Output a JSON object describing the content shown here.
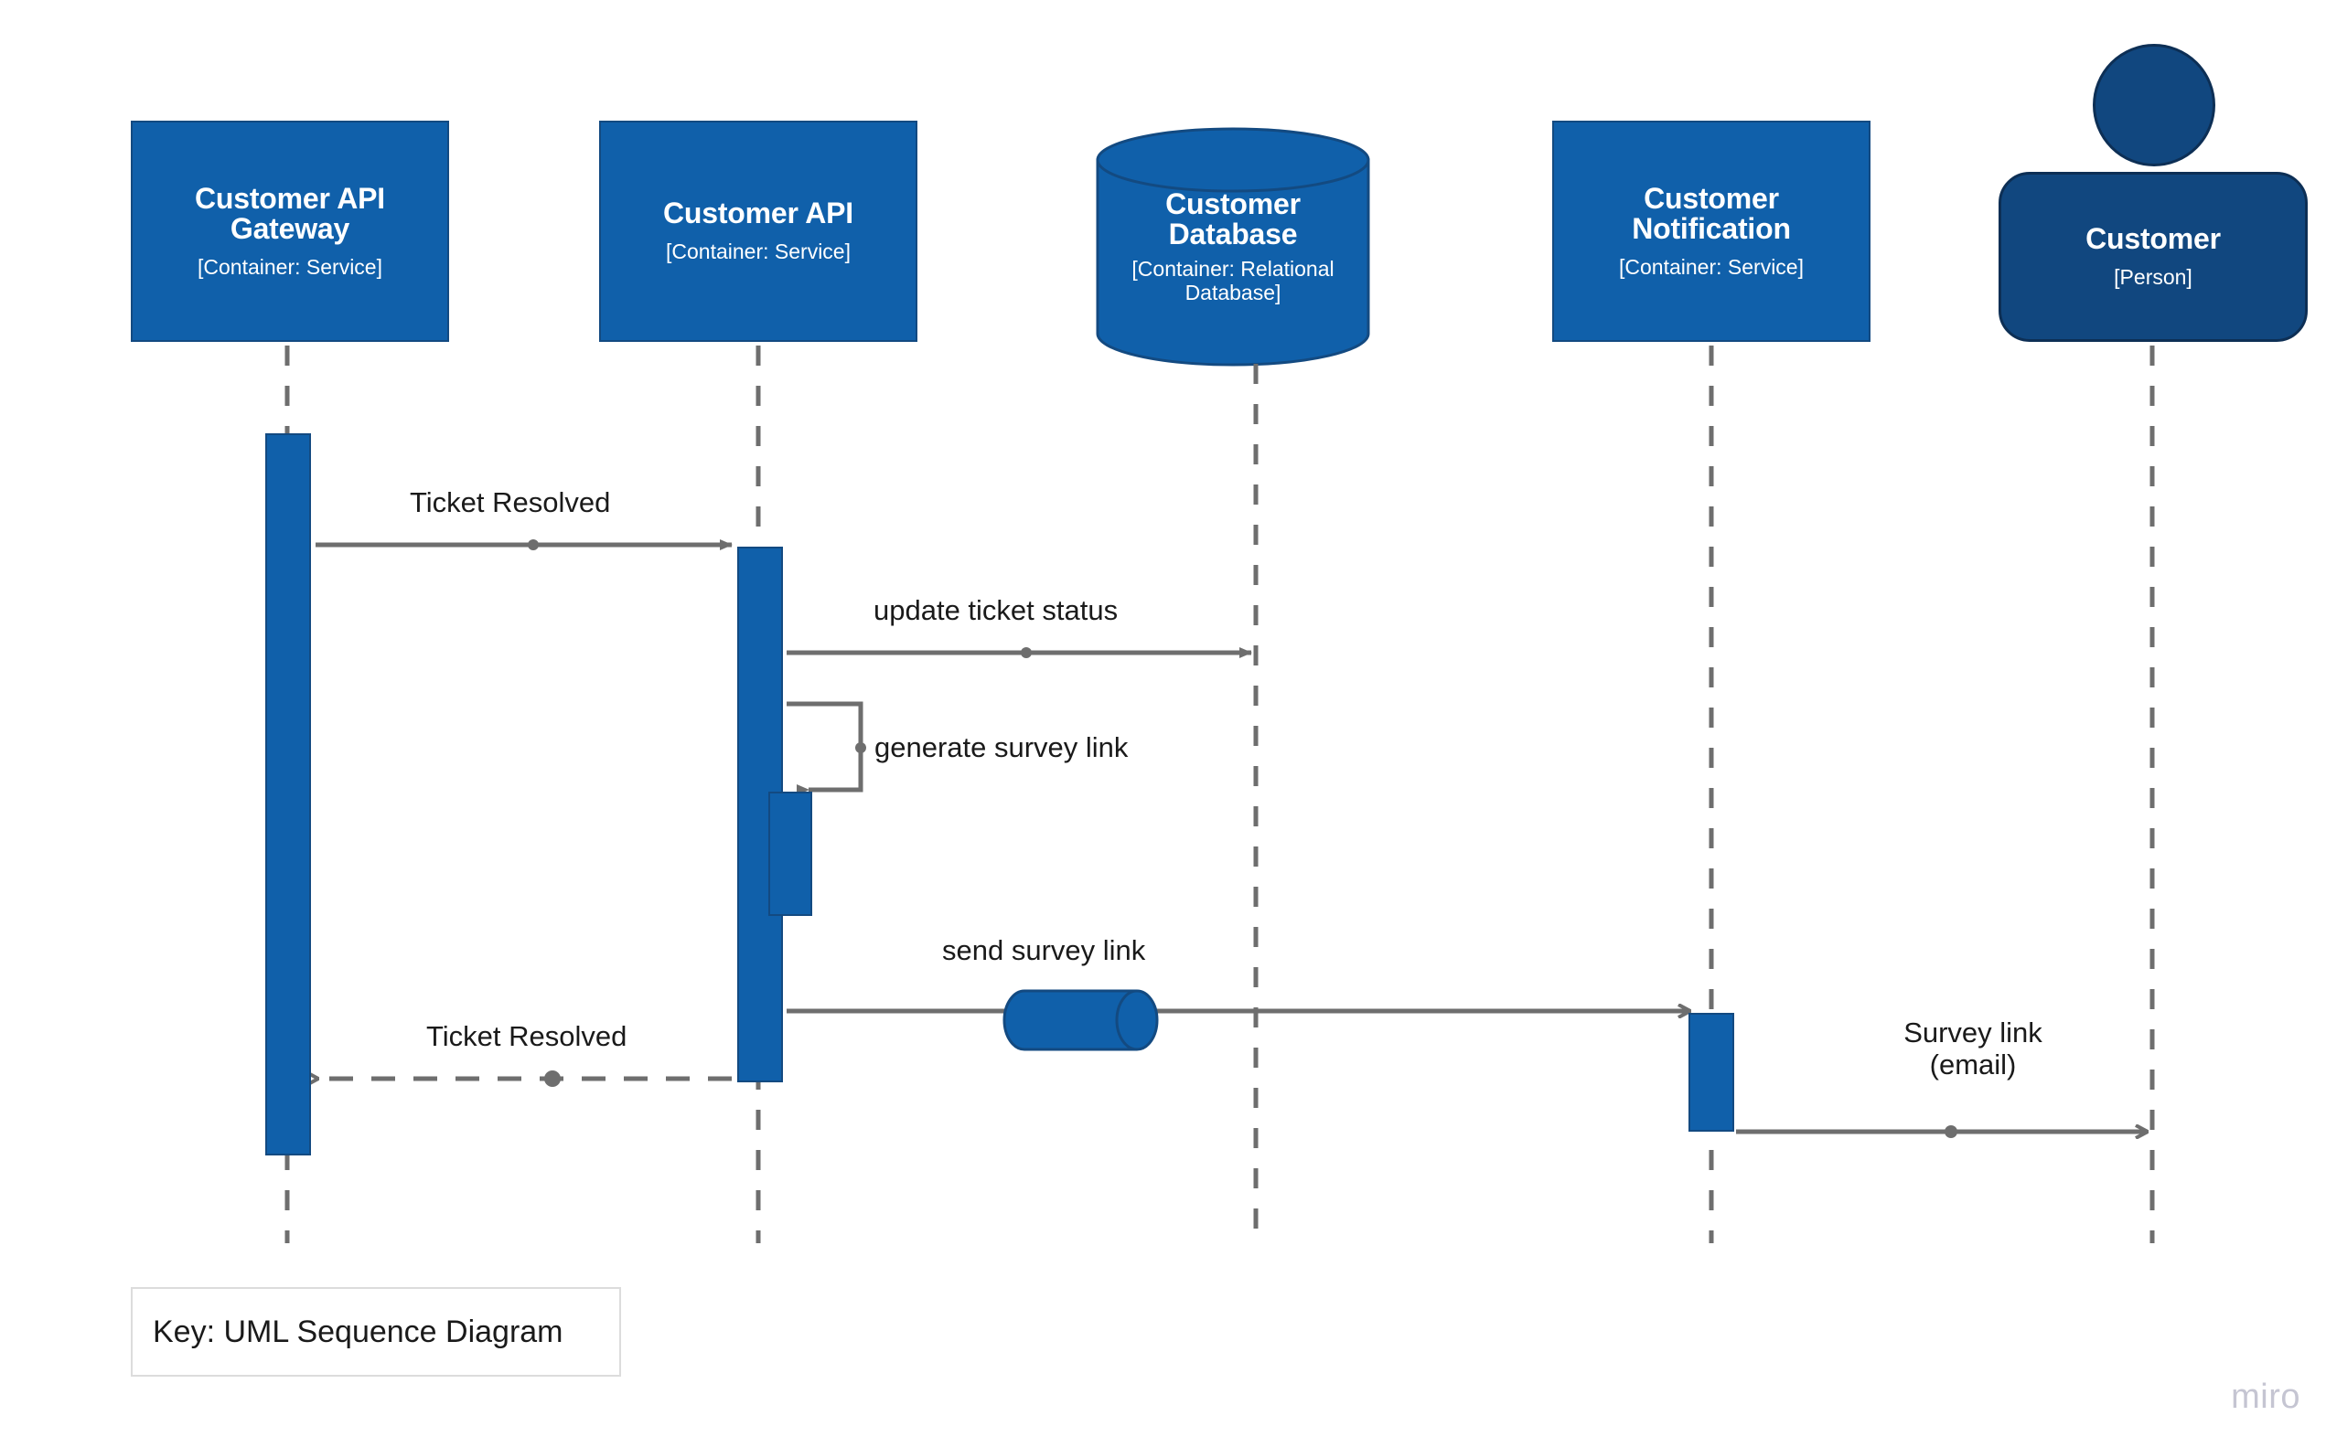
{
  "diagram": {
    "type": "UML Sequence Diagram",
    "key_label": "Key: UML Sequence Diagram",
    "watermark": "miro",
    "colors": {
      "container_fill": "#1060AA",
      "container_stroke": "#134a81",
      "person_fill": "#11477F",
      "person_stroke": "#0d2f55",
      "line": "#6e6e6e",
      "text": "#1a1a1a",
      "background": "#ffffff",
      "key_border": "#dcdcdc",
      "watermark": "#c5c5d2"
    }
  },
  "participants": [
    {
      "id": "api-gateway",
      "title": "Customer API Gateway",
      "title_lines": [
        "Customer API",
        "Gateway"
      ],
      "subtitle": "[Container: Service]",
      "shape": "rectangle"
    },
    {
      "id": "customer-api",
      "title": "Customer API",
      "title_lines": [
        "Customer API"
      ],
      "subtitle": "[Container: Service]",
      "shape": "rectangle"
    },
    {
      "id": "customer-database",
      "title": "Customer Database",
      "title_lines": [
        "Customer",
        "Database"
      ],
      "subtitle": "[Container: Relational Database]",
      "subtitle_lines": [
        "[Container: Relational",
        "Database]"
      ],
      "shape": "cylinder"
    },
    {
      "id": "customer-notification",
      "title": "Customer Notification",
      "title_lines": [
        "Customer",
        "Notification"
      ],
      "subtitle": "[Container: Service]",
      "shape": "rectangle"
    },
    {
      "id": "customer",
      "title": "Customer",
      "title_lines": [
        "Customer"
      ],
      "subtitle": "[Person]",
      "shape": "person"
    }
  ],
  "messages": [
    {
      "id": "msg-ticket-resolved-1",
      "label": "Ticket Resolved",
      "from": "api-gateway",
      "to": "customer-api",
      "style": "solid",
      "arrowhead": "filled"
    },
    {
      "id": "msg-update-ticket-status",
      "label": "update ticket status",
      "from": "customer-api",
      "to": "customer-database",
      "style": "solid",
      "arrowhead": "filled"
    },
    {
      "id": "msg-generate-survey-link",
      "label": "generate survey link",
      "from": "customer-api",
      "to": "customer-api",
      "style": "solid",
      "arrowhead": "filled",
      "self": true
    },
    {
      "id": "msg-send-survey-link",
      "label": "send survey link",
      "from": "customer-api",
      "to": "customer-notification",
      "style": "solid",
      "arrowhead": "open",
      "decoration": "cylinder"
    },
    {
      "id": "msg-ticket-resolved-2",
      "label": "Ticket Resolved",
      "from": "customer-api",
      "to": "api-gateway",
      "style": "dashed",
      "arrowhead": "open"
    },
    {
      "id": "msg-survey-link-email",
      "label": "Survey link (email)",
      "label_lines": [
        "Survey link",
        "(email)"
      ],
      "from": "customer-notification",
      "to": "customer",
      "style": "solid",
      "arrowhead": "open"
    }
  ]
}
